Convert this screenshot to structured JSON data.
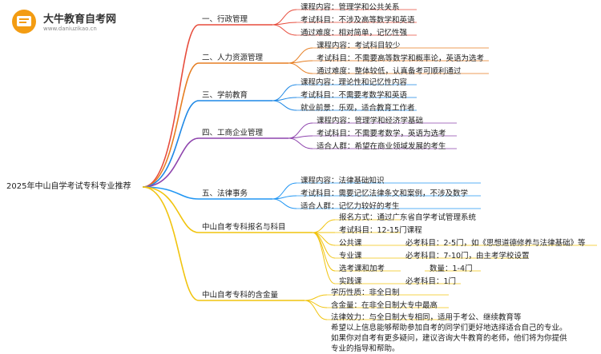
{
  "logo": {
    "name": "大牛教育自考网",
    "url_text": "www.daniuzikao.cn",
    "colors": {
      "accent": "#f39c12",
      "dark": "#e67e22"
    }
  },
  "root": {
    "label": "2025年中山自学考试专科专业推荐"
  },
  "colors": {
    "branch_1": "#e74c3c",
    "branch_2": "#e67e22",
    "branch_3": "#1e88e5",
    "branch_4": "#8e44ad",
    "branch_5": "#2196f3",
    "branch_6": "#f1c40f",
    "branch_7": "#f1c40f",
    "leaf_line": "#999999"
  },
  "branches": [
    {
      "label": "一、行政管理",
      "leaves": [
        "课程内容：管理学和公共关系",
        "考试科目：不涉及高等数学和英语",
        "通过难度：相对简单，记忆性强"
      ]
    },
    {
      "label": "二、人力资源管理",
      "leaves": [
        "课程内容：考试科目较少",
        "考试科目：不需要高等数学和概率论，英语为选考",
        "通过难度：整体较低，认真备考可顺利通过"
      ]
    },
    {
      "label": "三、学前教育",
      "leaves": [
        "课程内容：理论性和记忆性内容",
        "考试科目：不需要考数学和英语",
        "就业前景：乐观，适合教育工作者"
      ]
    },
    {
      "label": "四、工商企业管理",
      "leaves": [
        "课程内容：管理学和经济学基础",
        "考试科目：不需要考数学，英语为选考",
        "适合人群：希望在商业领域发展的考生"
      ]
    },
    {
      "label": "五、法律事务",
      "leaves": [
        "课程内容：法律基础知识",
        "考试科目：需要记忆法律条文和案例，不涉及数学",
        "适合人群：记忆力较好的考生"
      ]
    },
    {
      "label": "中山自考专科报名与科目",
      "leaves": [
        "报名方式：通过广东省自学考试管理系统",
        "考试科目：12-15门课程",
        "公共课",
        "专业课",
        "选考课和加考",
        "实践课"
      ],
      "sub": [
        "必考科目：2-5门，如《思想道德修养与法律基础》等",
        "必考科目：7-10门，由主考学校设置",
        "数量：1-4门",
        "必考科目：1门"
      ]
    },
    {
      "label": "中山自考专科的含金量",
      "leaves": [
        "学历性质：非全日制",
        "含金量：在非全日制大专中最高",
        "法律效力：与全日制大专相同，适用于考公、继续教育等"
      ],
      "note": "希望以上信息能够帮助参加自考的同学们更好地选择适合自己的专业。如果你对自考有更多疑问，建议咨询大牛教育的老师，他们将为你提供专业的指导和帮助。"
    }
  ]
}
